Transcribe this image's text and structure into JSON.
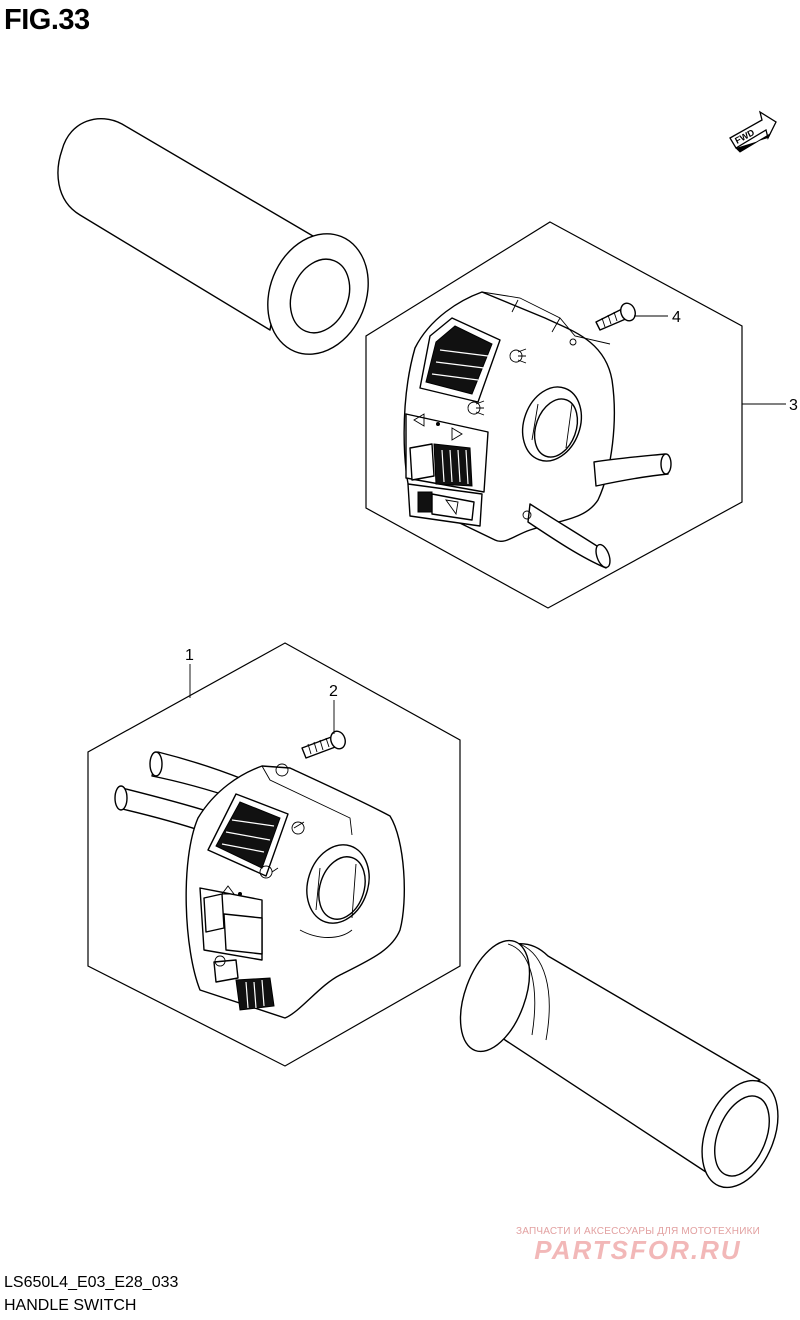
{
  "figure": {
    "title": "FIG.33",
    "code": "LS650L4_E03_E28_033",
    "name": "HANDLE SWITCH"
  },
  "fwd_label": "FWD",
  "callouts": [
    {
      "id": "1",
      "label": "1"
    },
    {
      "id": "2",
      "label": "2"
    },
    {
      "id": "3",
      "label": "3"
    },
    {
      "id": "4",
      "label": "4"
    }
  ],
  "watermark": {
    "tagline": "ЗАПЧАСТИ И АКСЕССУАРЫ ДЛЯ МОТОТЕХНИКИ",
    "logo": "PARTSFOR.RU"
  }
}
